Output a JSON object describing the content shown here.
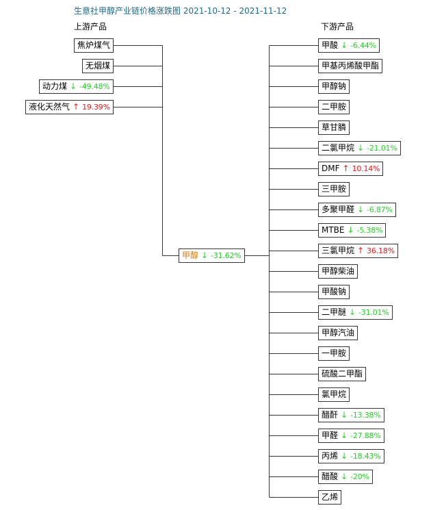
{
  "title": "生意社甲醇产业链价格涨跌图 2021-10-12 - 2021-11-12",
  "upstream_header": "上游产品",
  "downstream_header": "下游产品",
  "center": {
    "name": "甲醇",
    "dir": "down",
    "arrow": "↓",
    "pct": "-31.62%"
  },
  "upstream": [
    {
      "name": "焦炉煤气"
    },
    {
      "name": "无烟煤"
    },
    {
      "name": "动力煤",
      "dir": "down",
      "arrow": "↓",
      "pct": "-49.48%"
    },
    {
      "name": "液化天然气",
      "dir": "up",
      "arrow": "↑",
      "pct": "19.39%"
    }
  ],
  "downstream": [
    {
      "name": "甲酸",
      "dir": "down",
      "arrow": "↓",
      "pct": "-6.44%"
    },
    {
      "name": "甲基丙烯酸甲酯"
    },
    {
      "name": "甲醇钠"
    },
    {
      "name": "二甲胺"
    },
    {
      "name": "草甘膦"
    },
    {
      "name": "二氯甲烷",
      "dir": "down",
      "arrow": "↓",
      "pct": "-21.01%"
    },
    {
      "name": "DMF",
      "dir": "up",
      "arrow": "↑",
      "pct": "10.14%"
    },
    {
      "name": "三甲胺"
    },
    {
      "name": "多聚甲醛",
      "dir": "down",
      "arrow": "↓",
      "pct": "-6.87%"
    },
    {
      "name": "MTBE",
      "dir": "down",
      "arrow": "↓",
      "pct": "-5.38%"
    },
    {
      "name": "三氯甲烷",
      "dir": "up",
      "arrow": "↑",
      "pct": "36.18%"
    },
    {
      "name": "甲醇柴油"
    },
    {
      "name": "甲酸钠"
    },
    {
      "name": "二甲醚",
      "dir": "down",
      "arrow": "↓",
      "pct": "-31.01%"
    },
    {
      "name": "甲醇汽油"
    },
    {
      "name": "一甲胺"
    },
    {
      "name": "硫酸二甲酯"
    },
    {
      "name": "氯甲烷"
    },
    {
      "name": "醋酐",
      "dir": "down",
      "arrow": "↓",
      "pct": "-13.38%"
    },
    {
      "name": "甲醛",
      "dir": "down",
      "arrow": "↓",
      "pct": "-27.88%"
    },
    {
      "name": "丙烯",
      "dir": "down",
      "arrow": "↓",
      "pct": "-18.43%"
    },
    {
      "name": "醋酸",
      "dir": "down",
      "arrow": "↓",
      "pct": "-20%"
    },
    {
      "name": "乙烯"
    }
  ]
}
